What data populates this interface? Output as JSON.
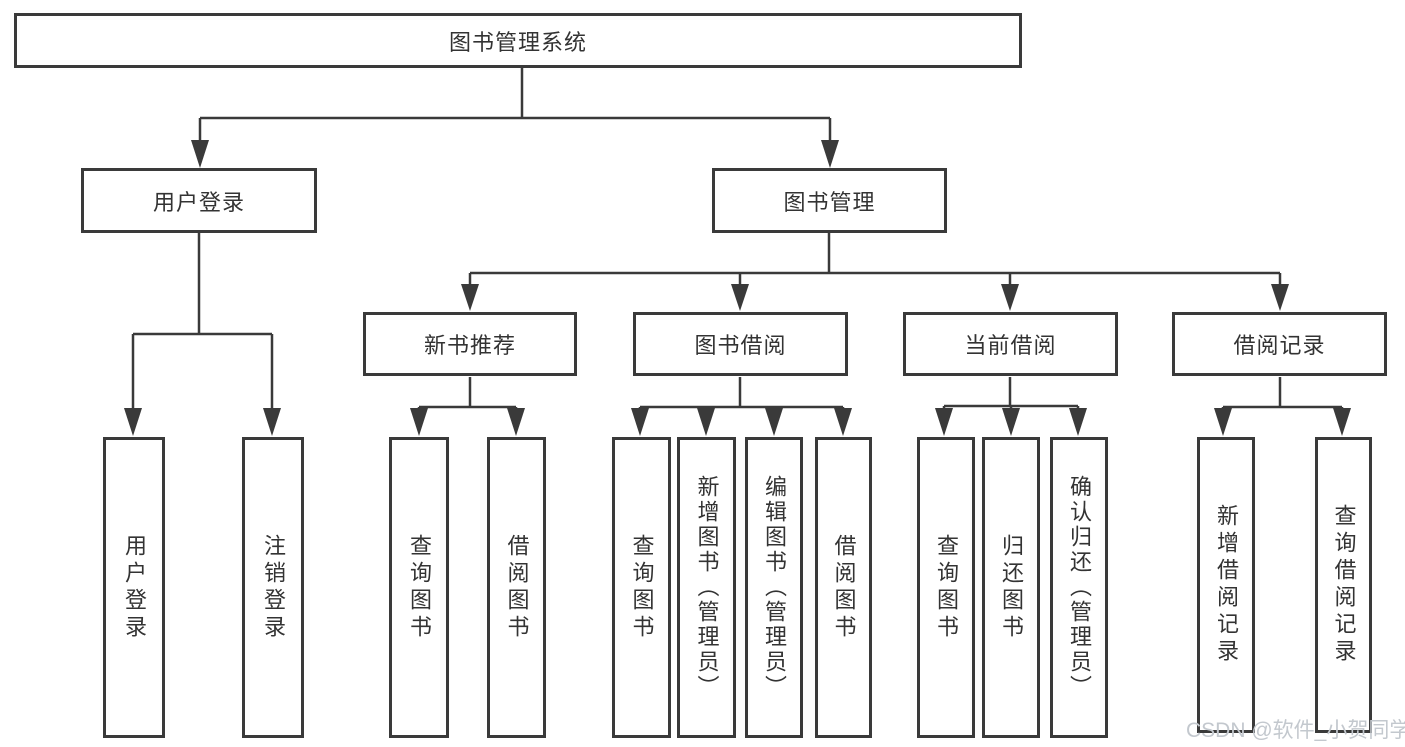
{
  "diagram": {
    "title": "图书管理系统",
    "nodes": {
      "root": {
        "label": "图书管理系统"
      },
      "user_login": {
        "label": "用户登录"
      },
      "book_mgmt": {
        "label": "图书管理"
      },
      "new_book_rec": {
        "label": "新书推荐"
      },
      "book_borrow": {
        "label": "图书借阅"
      },
      "current_borrow": {
        "label": "当前借阅"
      },
      "borrow_records": {
        "label": "借阅记录"
      }
    },
    "leaves": {
      "user_login": {
        "label": "用户登录",
        "parent": "用户登录"
      },
      "logout": {
        "label": "注销登录",
        "parent": "用户登录"
      },
      "query_books_rec": {
        "label": "查询图书",
        "parent": "新书推荐"
      },
      "borrow_books_rec": {
        "label": "借阅图书",
        "parent": "新书推荐"
      },
      "query_books_borrow": {
        "label": "查询图书",
        "parent": "图书借阅"
      },
      "add_books_admin": {
        "label": "新增图书（管理员）",
        "parent": "图书借阅"
      },
      "edit_books_admin": {
        "label": "编辑图书（管理员）",
        "parent": "图书借阅"
      },
      "borrow_books": {
        "label": "借阅图书",
        "parent": "图书借阅"
      },
      "query_books_current": {
        "label": "查询图书",
        "parent": "当前借阅"
      },
      "return_books": {
        "label": "归还图书",
        "parent": "当前借阅"
      },
      "confirm_return_admin": {
        "label": "确认归还（管理员）",
        "parent": "当前借阅"
      },
      "add_borrow_record": {
        "label": "新增借阅记录",
        "parent": "借阅记录"
      },
      "query_borrow_record": {
        "label": "查询借阅记录",
        "parent": "借阅记录"
      }
    }
  },
  "watermark": {
    "text": "CSDN @软件_小贺同学"
  },
  "colors": {
    "line": "#3a3a3a",
    "box_border": "#3a3a3a",
    "text": "#333333",
    "background": "#ffffff",
    "watermark": "#c3c8ce"
  }
}
